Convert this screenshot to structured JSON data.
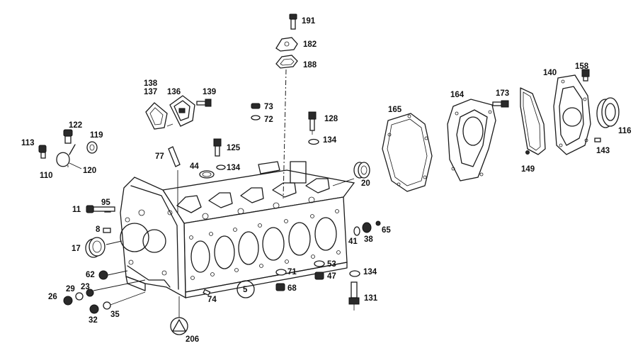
{
  "diagram": {
    "labels": {
      "p191": "191",
      "p182": "182",
      "p188": "188",
      "p138": "138",
      "p137": "137",
      "p136": "136",
      "p139": "139",
      "p73": "73",
      "p72": "72",
      "p128": "128",
      "p134a": "134",
      "p125": "125",
      "p134b": "134",
      "p44": "44",
      "p77": "77",
      "p122": "122",
      "p119": "119",
      "p113": "113",
      "p110": "110",
      "p120": "120",
      "p95": "95",
      "p11": "11",
      "p8": "8",
      "p17": "17",
      "p165": "165",
      "p164": "164",
      "p173": "173",
      "p140": "140",
      "p158": "158",
      "p116": "116",
      "p143": "143",
      "p149": "149",
      "p20": "20",
      "p41": "41",
      "p38": "38",
      "p65": "65",
      "p62": "62",
      "p29": "29",
      "p23": "23",
      "p26": "26",
      "p32": "32",
      "p35": "35",
      "p74": "74",
      "p5": "5",
      "p71": "71",
      "p68": "68",
      "p53": "53",
      "p47": "47",
      "p134c": "134",
      "p131": "131",
      "p206": "206"
    }
  }
}
